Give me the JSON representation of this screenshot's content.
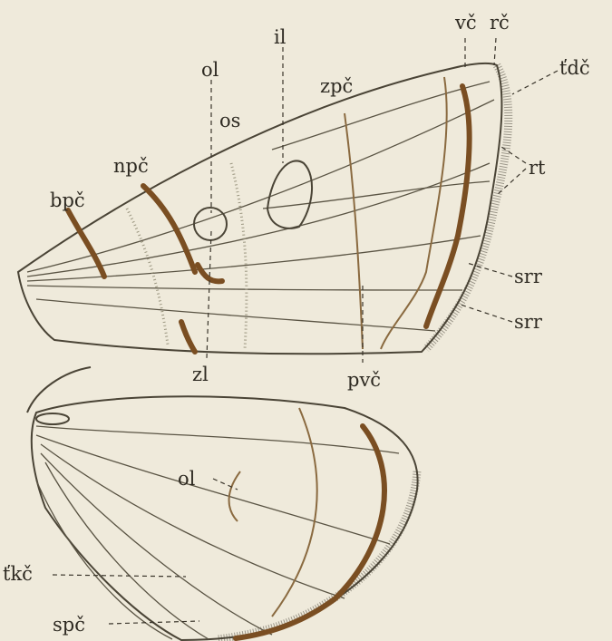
{
  "labels": {
    "vc": "vč",
    "rc": "rč",
    "tdc": "ťdč",
    "il": "il",
    "ol_top": "ol",
    "os": "os",
    "zpc": "zpč",
    "npc": "npč",
    "bpc": "bpč",
    "rt": "rt",
    "srr1": "srr",
    "srr2": "srr",
    "zl": "zl",
    "pvc": "pvč",
    "ol_bottom": "ol",
    "tkc": "ťkč",
    "spc": "spč"
  },
  "colors": {
    "band": "#7a4e22",
    "outline": "#4a4436",
    "paper": "#efeadb"
  }
}
